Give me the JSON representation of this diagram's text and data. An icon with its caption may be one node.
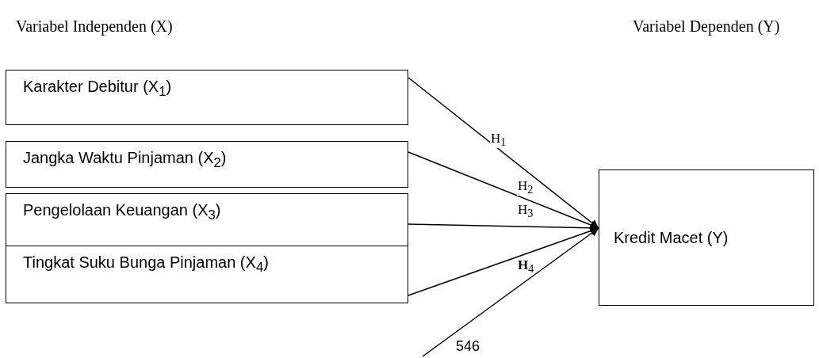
{
  "diagram": {
    "nodes": [
      {
        "text": [
          "Karakter Debitur (X$_{1}$)"
        ]
      },
      {
        "text": [
          "Jangka Waktu Pinjaman (X$_{2}$)"
        ]
      },
      {
        "text": [
          "Pengelolaan Keuangan (X$_{3}$)"
        ]
      },
      {
        "text": [
          "Tingkat Suku Bunga Pinjaman (X$_{4}$)"
        ]
      },
      {
        "text": [
          "Kredit Macet (Y)"
        ]
      }
    ],
    "edges": [
      {
        "from": 0,
        "to": 4,
        "arrow": "to",
        "label": "H$_{1}$"
      },
      {
        "from": 1,
        "to": 4,
        "arrow": "to",
        "label": "H$_{2}$"
      },
      {
        "from": 2,
        "to": 4,
        "arrow": "to",
        "label": "H$_{3}$"
      },
      {
        "from": 3,
        "to": 4,
        "arrow": "to",
        "label": "**H**$_{4}$"
      },
      {
        "from": null,
        "to": 4,
        "arrow": "to"
      }
    ],
    "labels": [
      "Variabel Independen (X)",
      "Variabel Dependen (Y)",
      "546"
    ]
  }
}
